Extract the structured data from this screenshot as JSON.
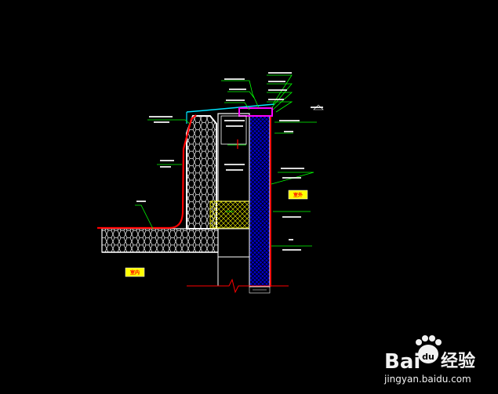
{
  "drawing": {
    "label_indoor": "室内",
    "label_outdoor": "室外",
    "colors": {
      "background": "#000000",
      "outline": "#ffffff",
      "membrane": "#ff0000",
      "leader": "#00ff00",
      "flashing": "#00e5ff",
      "cap": "#ff00ff",
      "wall_fill": "#0000ff",
      "tag_fill": "#ffff00",
      "insulation": "#ffff00"
    }
  },
  "watermark": {
    "logo_text": "Bai",
    "logo_text_2": "经验",
    "logo_mark": "du",
    "url": "jingyan.baidu.com"
  }
}
